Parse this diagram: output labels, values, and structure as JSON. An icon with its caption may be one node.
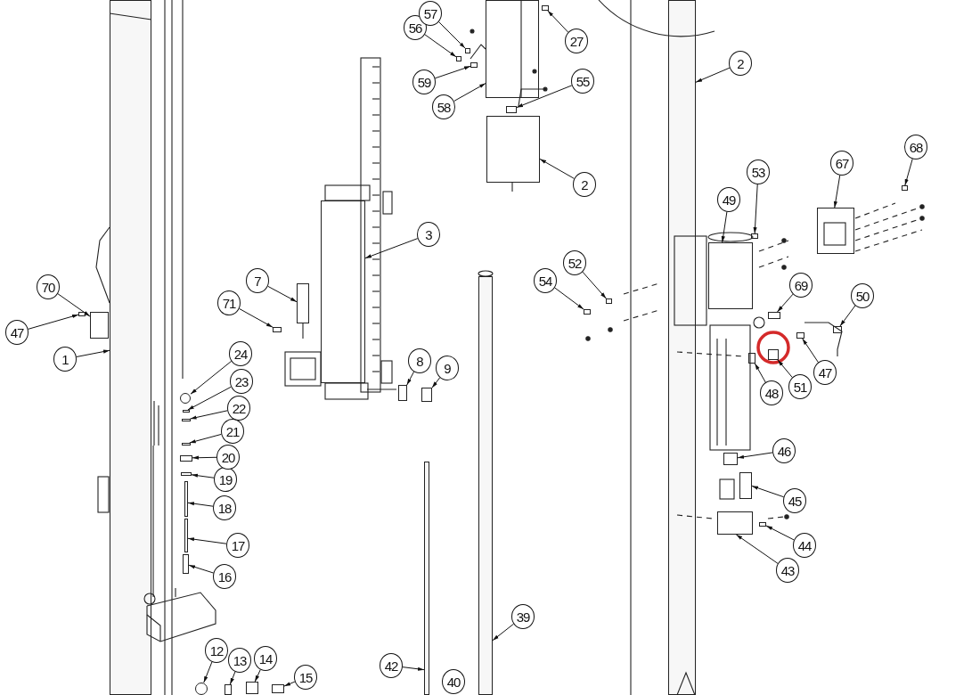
{
  "diagram": {
    "nodes": [
      {
        "text": [
          "1"
        ]
      },
      {
        "text": [
          "2"
        ]
      },
      {
        "text": [
          "2"
        ]
      },
      {
        "text": [
          "3"
        ]
      },
      {
        "text": [
          "7"
        ]
      },
      {
        "text": [
          "8"
        ]
      },
      {
        "text": [
          "9"
        ]
      },
      {
        "text": [
          "12"
        ]
      },
      {
        "text": [
          "13"
        ]
      },
      {
        "text": [
          "14"
        ]
      },
      {
        "text": [
          "15"
        ]
      },
      {
        "text": [
          "16"
        ]
      },
      {
        "text": [
          "17"
        ]
      },
      {
        "text": [
          "18"
        ]
      },
      {
        "text": [
          "19"
        ]
      },
      {
        "text": [
          "20"
        ]
      },
      {
        "text": [
          "21"
        ]
      },
      {
        "text": [
          "22"
        ]
      },
      {
        "text": [
          "23"
        ]
      },
      {
        "text": [
          "24"
        ]
      },
      {
        "text": [
          "27"
        ]
      },
      {
        "text": [
          "39"
        ]
      },
      {
        "text": [
          "40"
        ]
      },
      {
        "text": [
          "42"
        ]
      },
      {
        "text": [
          "43"
        ]
      },
      {
        "text": [
          "44"
        ]
      },
      {
        "text": [
          "45"
        ]
      },
      {
        "text": [
          "46"
        ]
      },
      {
        "text": [
          "47"
        ]
      },
      {
        "text": [
          "47"
        ]
      },
      {
        "text": [
          "48"
        ]
      },
      {
        "text": [
          "49"
        ]
      },
      {
        "text": [
          "50"
        ]
      },
      {
        "text": [
          "51"
        ]
      },
      {
        "text": [
          "52"
        ]
      },
      {
        "text": [
          "53"
        ]
      },
      {
        "text": [
          "54"
        ]
      },
      {
        "text": [
          "55"
        ]
      },
      {
        "text": [
          "56"
        ]
      },
      {
        "text": [
          "57"
        ]
      },
      {
        "text": [
          "58"
        ]
      },
      {
        "text": [
          "59"
        ]
      },
      {
        "text": [
          "67"
        ]
      },
      {
        "text": [
          "68"
        ]
      },
      {
        "text": [
          "69"
        ]
      },
      {
        "text": [
          "70"
        ]
      },
      {
        "text": [
          "71"
        ]
      },
      {
        "text": [],
        "shape": "bar"
      },
      {
        "text": [],
        "shape": "bar"
      },
      {
        "text": [],
        "shape": "box"
      },
      {
        "text": [],
        "shape": "box"
      },
      {
        "text": [],
        "shape": "box"
      },
      {
        "text": [],
        "shape": "box"
      },
      {
        "text": [],
        "shape": "box"
      },
      {
        "text": [],
        "shape": "circle"
      },
      {
        "text": [],
        "shape": "box"
      },
      {
        "text": [],
        "shape": "box"
      },
      {
        "text": [],
        "shape": "box"
      },
      {
        "text": [],
        "shape": "box"
      },
      {
        "text": [],
        "shape": "bar"
      },
      {
        "text": [],
        "shape": "bar"
      },
      {
        "text": [],
        "shape": "box"
      },
      {
        "text": [],
        "shape": "box"
      },
      {
        "text": [],
        "shape": "box"
      },
      {
        "text": [],
        "shape": "box"
      },
      {
        "text": [],
        "shape": "box"
      },
      {
        "text": [],
        "shape": "circle"
      },
      {
        "text": [],
        "shape": "box"
      },
      {
        "text": [],
        "shape": "bar"
      },
      {
        "text": [],
        "shape": "bar"
      },
      {
        "text": [],
        "shape": "box"
      },
      {
        "text": [],
        "shape": "box"
      },
      {
        "text": [],
        "shape": "box"
      },
      {
        "text": [],
        "shape": "box"
      },
      {
        "text": [],
        "shape": "box"
      },
      {
        "text": [],
        "shape": "box"
      },
      {
        "text": [],
        "shape": "box"
      },
      {
        "text": [],
        "shape": "box"
      },
      {
        "text": [],
        "shape": "box"
      },
      {
        "text": [],
        "shape": "box"
      },
      {
        "text": [],
        "shape": "box"
      },
      {
        "text": [],
        "shape": "box"
      },
      {
        "text": [],
        "shape": "box"
      },
      {
        "text": [],
        "shape": "box"
      },
      {
        "text": [],
        "shape": "box"
      },
      {
        "text": [],
        "shape": "box"
      },
      {
        "text": [],
        "shape": "box"
      },
      {
        "text": [],
        "shape": "box"
      },
      {
        "text": [],
        "shape": "box"
      },
      {
        "text": [],
        "shape": "box"
      },
      {
        "text": [],
        "shape": "box"
      },
      {
        "text": [],
        "shape": "box"
      },
      {
        "text": [],
        "shape": "box"
      }
    ],
    "edges": [
      {
        "from": 0,
        "to": 47,
        "arrow": "to"
      },
      {
        "from": 1,
        "to": 48,
        "arrow": "to"
      },
      {
        "from": 2,
        "to": 49,
        "arrow": "to"
      },
      {
        "from": 3,
        "to": 50,
        "arrow": "to"
      },
      {
        "from": 4,
        "to": 51,
        "arrow": "to"
      },
      {
        "from": 5,
        "to": 52,
        "arrow": "to"
      },
      {
        "from": 6,
        "to": 53,
        "arrow": "to"
      },
      {
        "from": 7,
        "to": 54,
        "arrow": "to"
      },
      {
        "from": 8,
        "to": 55,
        "arrow": "to"
      },
      {
        "from": 9,
        "to": 56,
        "arrow": "to"
      },
      {
        "from": 10,
        "to": 57,
        "arrow": "to"
      },
      {
        "from": 11,
        "to": 58,
        "arrow": "to"
      },
      {
        "from": 12,
        "to": 59,
        "arrow": "to"
      },
      {
        "from": 13,
        "to": 60,
        "arrow": "to"
      },
      {
        "from": 14,
        "to": 61,
        "arrow": "to"
      },
      {
        "from": 15,
        "to": 62,
        "arrow": "to"
      },
      {
        "from": 16,
        "to": 63,
        "arrow": "to"
      },
      {
        "from": 17,
        "to": 64,
        "arrow": "to"
      },
      {
        "from": 18,
        "to": 65,
        "arrow": "to"
      },
      {
        "from": 19,
        "to": 66,
        "arrow": "to"
      },
      {
        "from": 20,
        "to": 67,
        "arrow": "to"
      },
      {
        "from": 21,
        "to": 68,
        "arrow": "to"
      },
      {
        "from": 23,
        "to": 69,
        "arrow": "to"
      },
      {
        "from": 24,
        "to": 70,
        "arrow": "to"
      },
      {
        "from": 25,
        "to": 71,
        "arrow": "to"
      },
      {
        "from": 26,
        "to": 72,
        "arrow": "to"
      },
      {
        "from": 27,
        "to": 73,
        "arrow": "to"
      },
      {
        "from": 28,
        "to": 74,
        "arrow": "to"
      },
      {
        "from": 29,
        "to": 75,
        "arrow": "to"
      },
      {
        "from": 30,
        "to": 76,
        "arrow": "to"
      },
      {
        "from": 31,
        "to": 77,
        "arrow": "to"
      },
      {
        "from": 32,
        "to": 78,
        "arrow": "to"
      },
      {
        "from": 33,
        "to": 79,
        "arrow": "to"
      },
      {
        "from": 34,
        "to": 80,
        "arrow": "to"
      },
      {
        "from": 35,
        "to": 81,
        "arrow": "to"
      },
      {
        "from": 36,
        "to": 82,
        "arrow": "to"
      },
      {
        "from": 37,
        "to": 83,
        "arrow": "to"
      },
      {
        "from": 38,
        "to": 84,
        "arrow": "to"
      },
      {
        "from": 39,
        "to": 85,
        "arrow": "to"
      },
      {
        "from": 40,
        "to": 86,
        "arrow": "to"
      },
      {
        "from": 41,
        "to": 87,
        "arrow": "to"
      },
      {
        "from": 42,
        "to": 88,
        "arrow": "to"
      },
      {
        "from": 43,
        "to": 89,
        "arrow": "to"
      },
      {
        "from": 44,
        "to": 90,
        "arrow": "to"
      },
      {
        "from": 45,
        "to": 91,
        "arrow": "to"
      },
      {
        "from": 46,
        "to": 92,
        "arrow": "to"
      }
    ]
  }
}
